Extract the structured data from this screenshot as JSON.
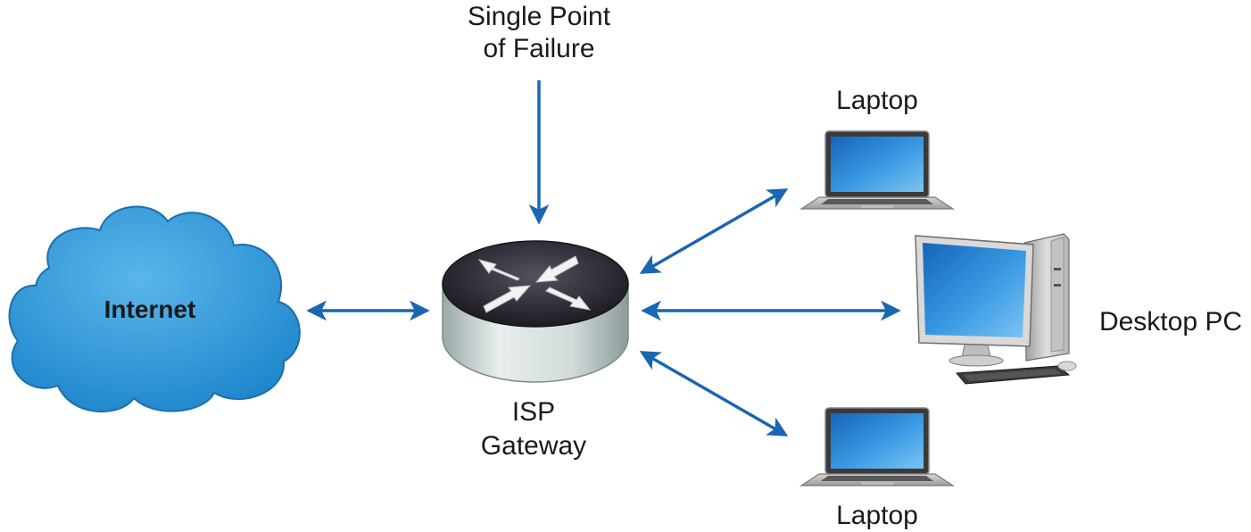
{
  "labels": {
    "internet": "Internet",
    "spof_line1": "Single Point",
    "spof_line2": "of Failure",
    "gateway_line1": "ISP",
    "gateway_line2": "Gateway",
    "laptop_top": "Laptop",
    "laptop_bottom": "Laptop",
    "desktop": "Desktop PC"
  },
  "colors": {
    "arrow": "#1a66b0",
    "cloud": "#2a8fd0",
    "router_top": "#2c2a35",
    "router_side": "#c9d1d1",
    "screen": "#1e7fd0"
  },
  "icons": {
    "internet": "cloud-icon",
    "gateway": "router-icon",
    "laptop": "laptop-icon",
    "desktop": "desktop-pc-icon"
  }
}
